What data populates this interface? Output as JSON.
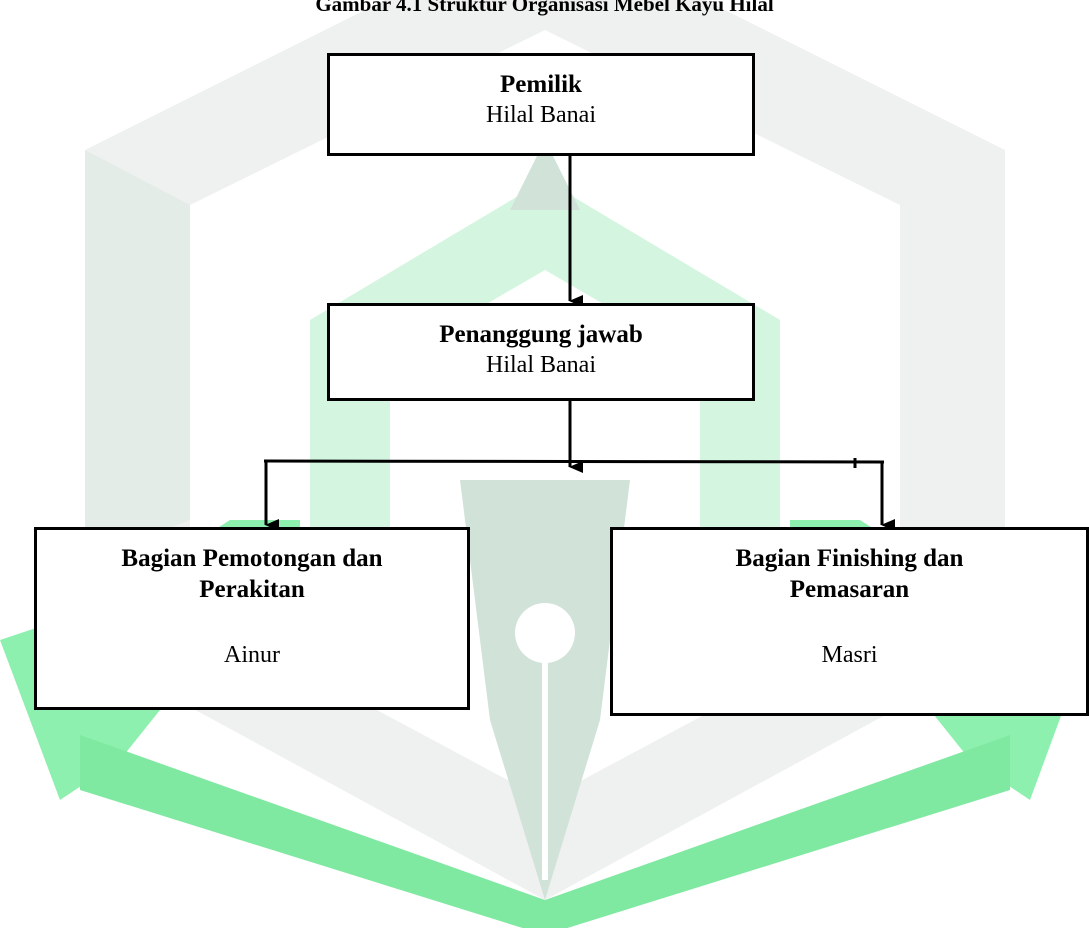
{
  "caption": "Gambar 4.1 Struktur Organisasi Mebel Kayu Hilal",
  "watermark": {
    "logo": "university-logo",
    "colors": {
      "light_gray": "#eef1ef",
      "gray_green": "#d1e2d9",
      "green": "#7fe9a1",
      "pale_green": "#c8f3d6"
    }
  },
  "org_chart": {
    "owner": {
      "role": "Pemilik",
      "name": "Hilal Banai"
    },
    "manager": {
      "role": "Penanggung jawab",
      "name": "Hilal Banai"
    },
    "divisions": [
      {
        "role": "Bagian Pemotongan dan Perakitan",
        "name": "Ainur"
      },
      {
        "role": "Bagian Finishing dan Pemasaran",
        "name": "Masri"
      }
    ]
  }
}
